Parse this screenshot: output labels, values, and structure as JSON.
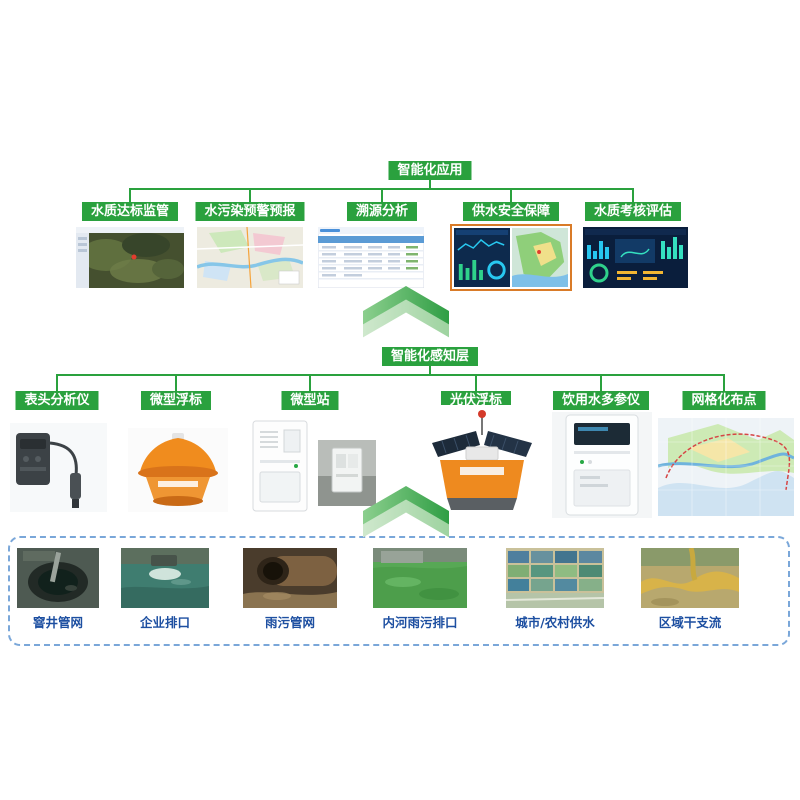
{
  "top_section": {
    "header": "智能化应用",
    "items": [
      {
        "label": "水质达标监管"
      },
      {
        "label": "水污染预警预报"
      },
      {
        "label": "溯源分析"
      },
      {
        "label": "供水安全保障"
      },
      {
        "label": "水质考核评估"
      }
    ]
  },
  "middle_section": {
    "header": "智能化感知层",
    "items": [
      {
        "label": "表头分析仪"
      },
      {
        "label": "微型浮标"
      },
      {
        "label": "微型站"
      },
      {
        "label": "光伏浮标"
      },
      {
        "label": "饮用水多参仪"
      },
      {
        "label": "网格化布点"
      }
    ]
  },
  "bottom_section": {
    "items": [
      {
        "label": "窨井管网"
      },
      {
        "label": "企业排口"
      },
      {
        "label": "雨污管网"
      },
      {
        "label": "内河雨污排口"
      },
      {
        "label": "城市/农村供水"
      },
      {
        "label": "区域干支流"
      }
    ]
  },
  "colors": {
    "green": "#2aa13e",
    "label_blue": "#1d4fa1",
    "dashed_border_blue": "#7aa7d9",
    "orange_frame": "#d97b28"
  }
}
